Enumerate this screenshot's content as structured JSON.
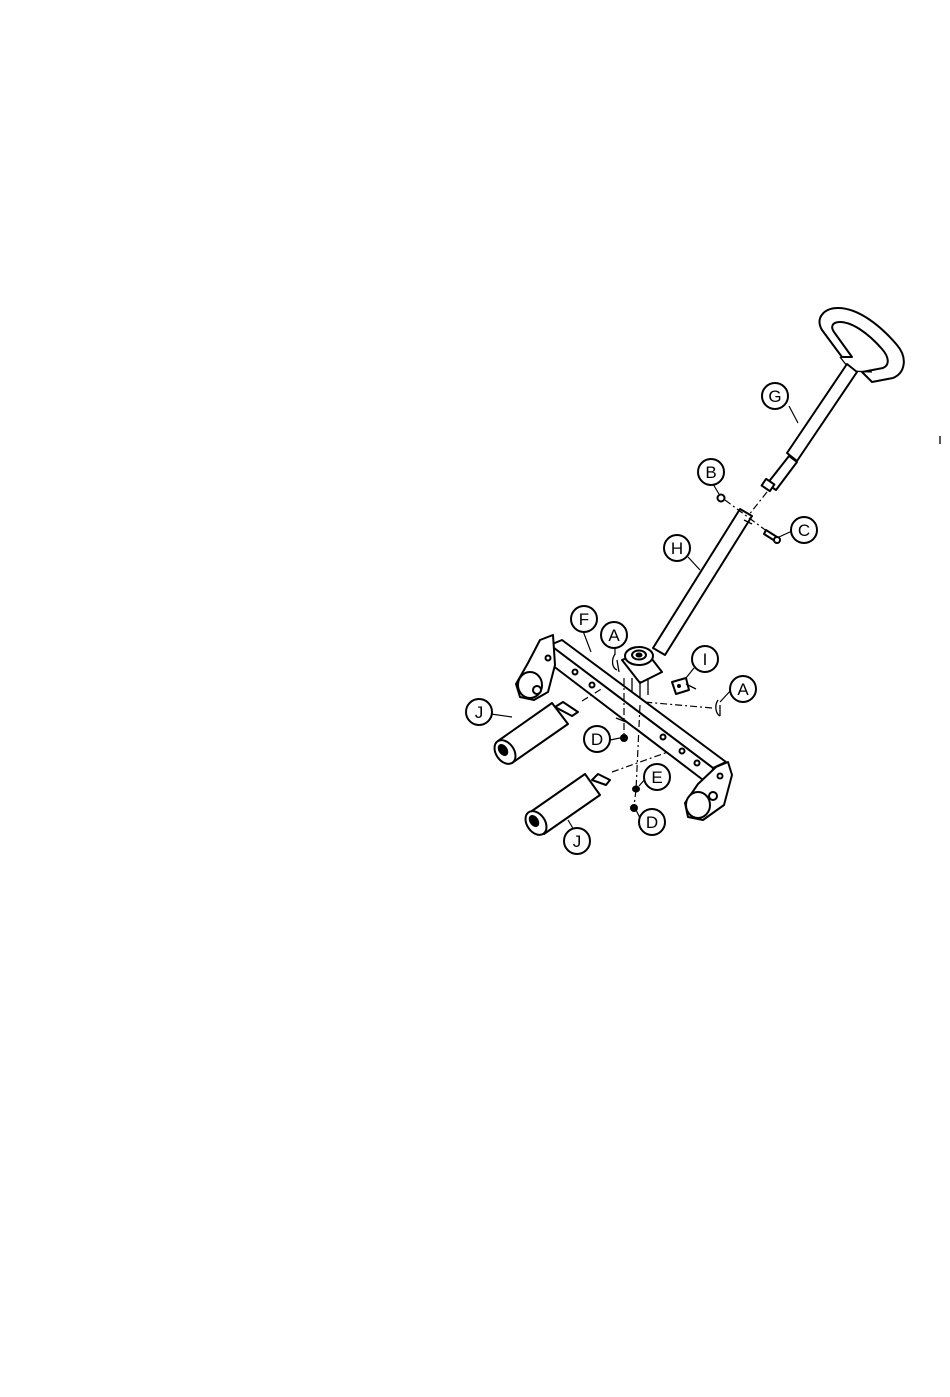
{
  "callouts": [
    {
      "id": "callout-g",
      "letter": "G"
    },
    {
      "id": "callout-b",
      "letter": "B"
    },
    {
      "id": "callout-c",
      "letter": "C"
    },
    {
      "id": "callout-h",
      "letter": "H"
    },
    {
      "id": "callout-f",
      "letter": "F"
    },
    {
      "id": "callout-a1",
      "letter": "A"
    },
    {
      "id": "callout-i",
      "letter": "I"
    },
    {
      "id": "callout-a2",
      "letter": "A"
    },
    {
      "id": "callout-j1",
      "letter": "J"
    },
    {
      "id": "callout-d1",
      "letter": "D"
    },
    {
      "id": "callout-e",
      "letter": "E"
    },
    {
      "id": "callout-d2",
      "letter": "D"
    },
    {
      "id": "callout-j2",
      "letter": "J"
    }
  ]
}
